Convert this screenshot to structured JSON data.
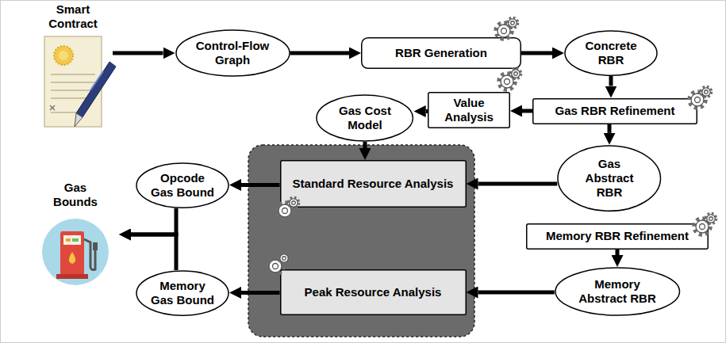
{
  "diagram": {
    "nodes": [
      {
        "text": [
          "Smart Contract"
        ]
      },
      {
        "text": [
          "Control-Flow Graph"
        ]
      },
      {
        "text": [
          "RBR Generation"
        ]
      },
      {
        "text": [
          "Concrete RBR"
        ]
      },
      {
        "text": [
          "Gas Cost Model"
        ]
      },
      {
        "text": [
          "Value Analysis"
        ]
      },
      {
        "text": [
          "Gas RBR Refinement"
        ]
      },
      {
        "text": [
          "Opcode Gas Bound"
        ]
      },
      {
        "text": [
          "Standard Resource Analysis"
        ]
      },
      {
        "text": [
          "Gas Abstract RBR"
        ]
      },
      {
        "text": [
          "Gas Bounds"
        ]
      },
      {
        "text": [
          "Memory RBR Refinement"
        ]
      },
      {
        "text": [
          "Memory Gas Bound"
        ]
      },
      {
        "text": [
          "Peak Resource Analysis"
        ]
      },
      {
        "text": [
          "Memory Abstract RBR"
        ]
      }
    ],
    "edges": [
      {
        "from": 0,
        "to": 1,
        "arrow": "to"
      },
      {
        "from": 1,
        "to": 2,
        "arrow": "to"
      },
      {
        "from": 2,
        "to": 3,
        "arrow": "to"
      },
      {
        "from": 3,
        "to": 6,
        "arrow": "to"
      },
      {
        "from": 6,
        "to": 5,
        "arrow": "to"
      },
      {
        "from": 5,
        "to": 4,
        "arrow": "to"
      },
      {
        "from": 4,
        "to": 8,
        "arrow": "to"
      },
      {
        "from": 6,
        "to": 9,
        "arrow": "to"
      },
      {
        "from": 9,
        "to": 8,
        "arrow": "to"
      },
      {
        "from": 8,
        "to": 7,
        "arrow": "to"
      },
      {
        "from": 9,
        "to": 11,
        "arrow": "to"
      },
      {
        "from": 11,
        "to": 14,
        "arrow": "to"
      },
      {
        "from": 14,
        "to": 13,
        "arrow": "to"
      },
      {
        "from": 13,
        "to": 12,
        "arrow": "to"
      },
      {
        "from": 7,
        "to": 10,
        "arrow": "to"
      },
      {
        "from": 12,
        "to": 10,
        "arrow": "to"
      }
    ]
  }
}
